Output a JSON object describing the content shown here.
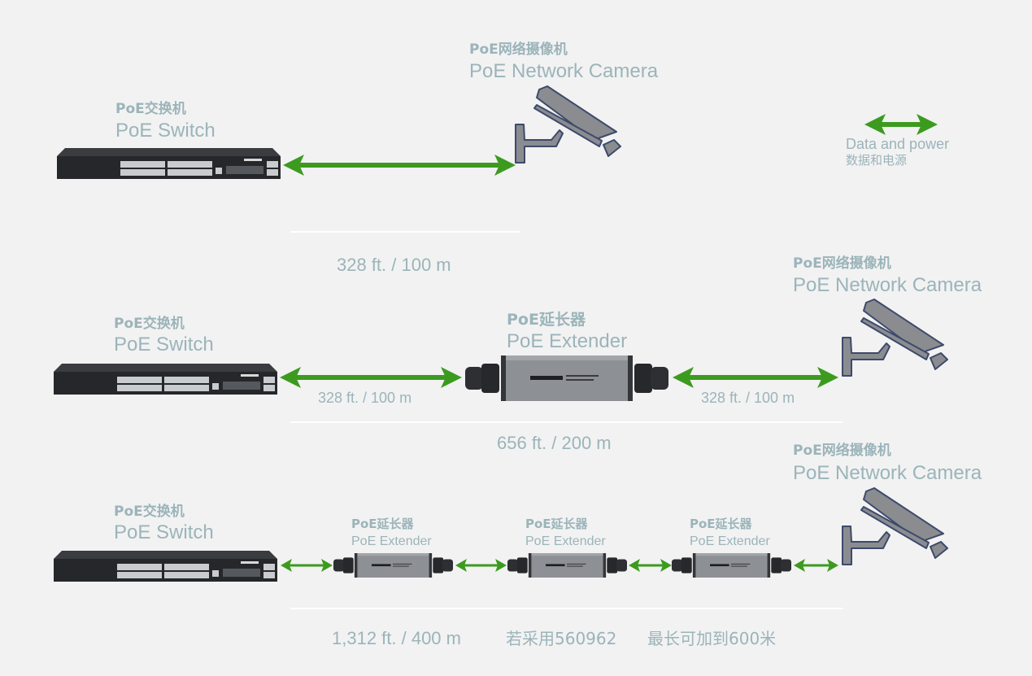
{
  "colors": {
    "arrow": "#3c9b1f",
    "text": "#9bb4ba",
    "background": "#f2f2f2",
    "device": "#2a2c30",
    "camera": "#8a8c90"
  },
  "legend": {
    "icon": "double-arrow-icon",
    "label_en": "Data and power",
    "label_zh": "数据和电源"
  },
  "labels": {
    "switch_zh": "PoE交换机",
    "switch_en": "PoE Switch",
    "camera_zh": "PoE网络摄像机",
    "camera_en": "PoE Network Camera",
    "extender_zh": "PoE延长器",
    "extender_en": "PoE Extender"
  },
  "row1": {
    "distance": "328 ft. / 100 m"
  },
  "row2": {
    "segment_left": "328 ft. / 100 m",
    "segment_right": "328 ft. / 100 m",
    "distance": "656 ft. / 200 m"
  },
  "row3": {
    "distance": "1,312 ft. / 400 m",
    "note1": "若采用560962",
    "note2": "最长可加到600米"
  }
}
